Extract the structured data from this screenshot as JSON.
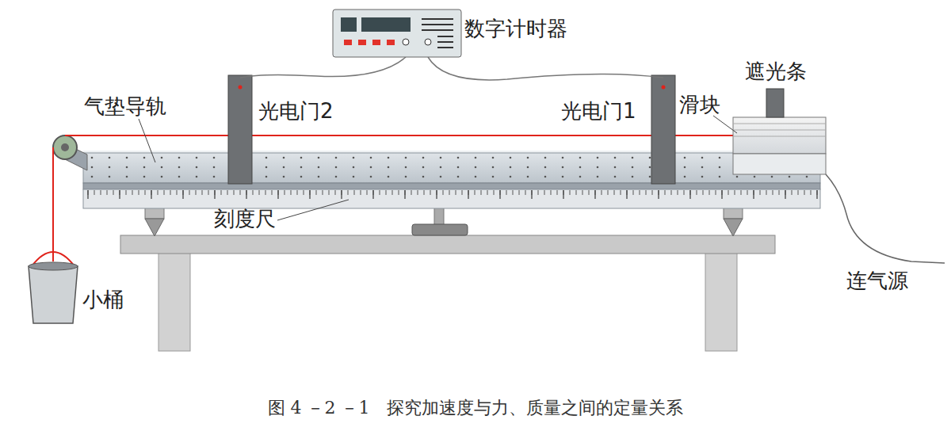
{
  "diagram": {
    "caption": "图 4 －2 －1　探究加速度与力、质量之间的定量关系",
    "labels": [
      "数字计时器",
      "遮光条",
      "气垫导轨",
      "光电门2",
      "光电门1",
      "滑块",
      "刻度尺",
      "小桶",
      "连气源"
    ]
  }
}
